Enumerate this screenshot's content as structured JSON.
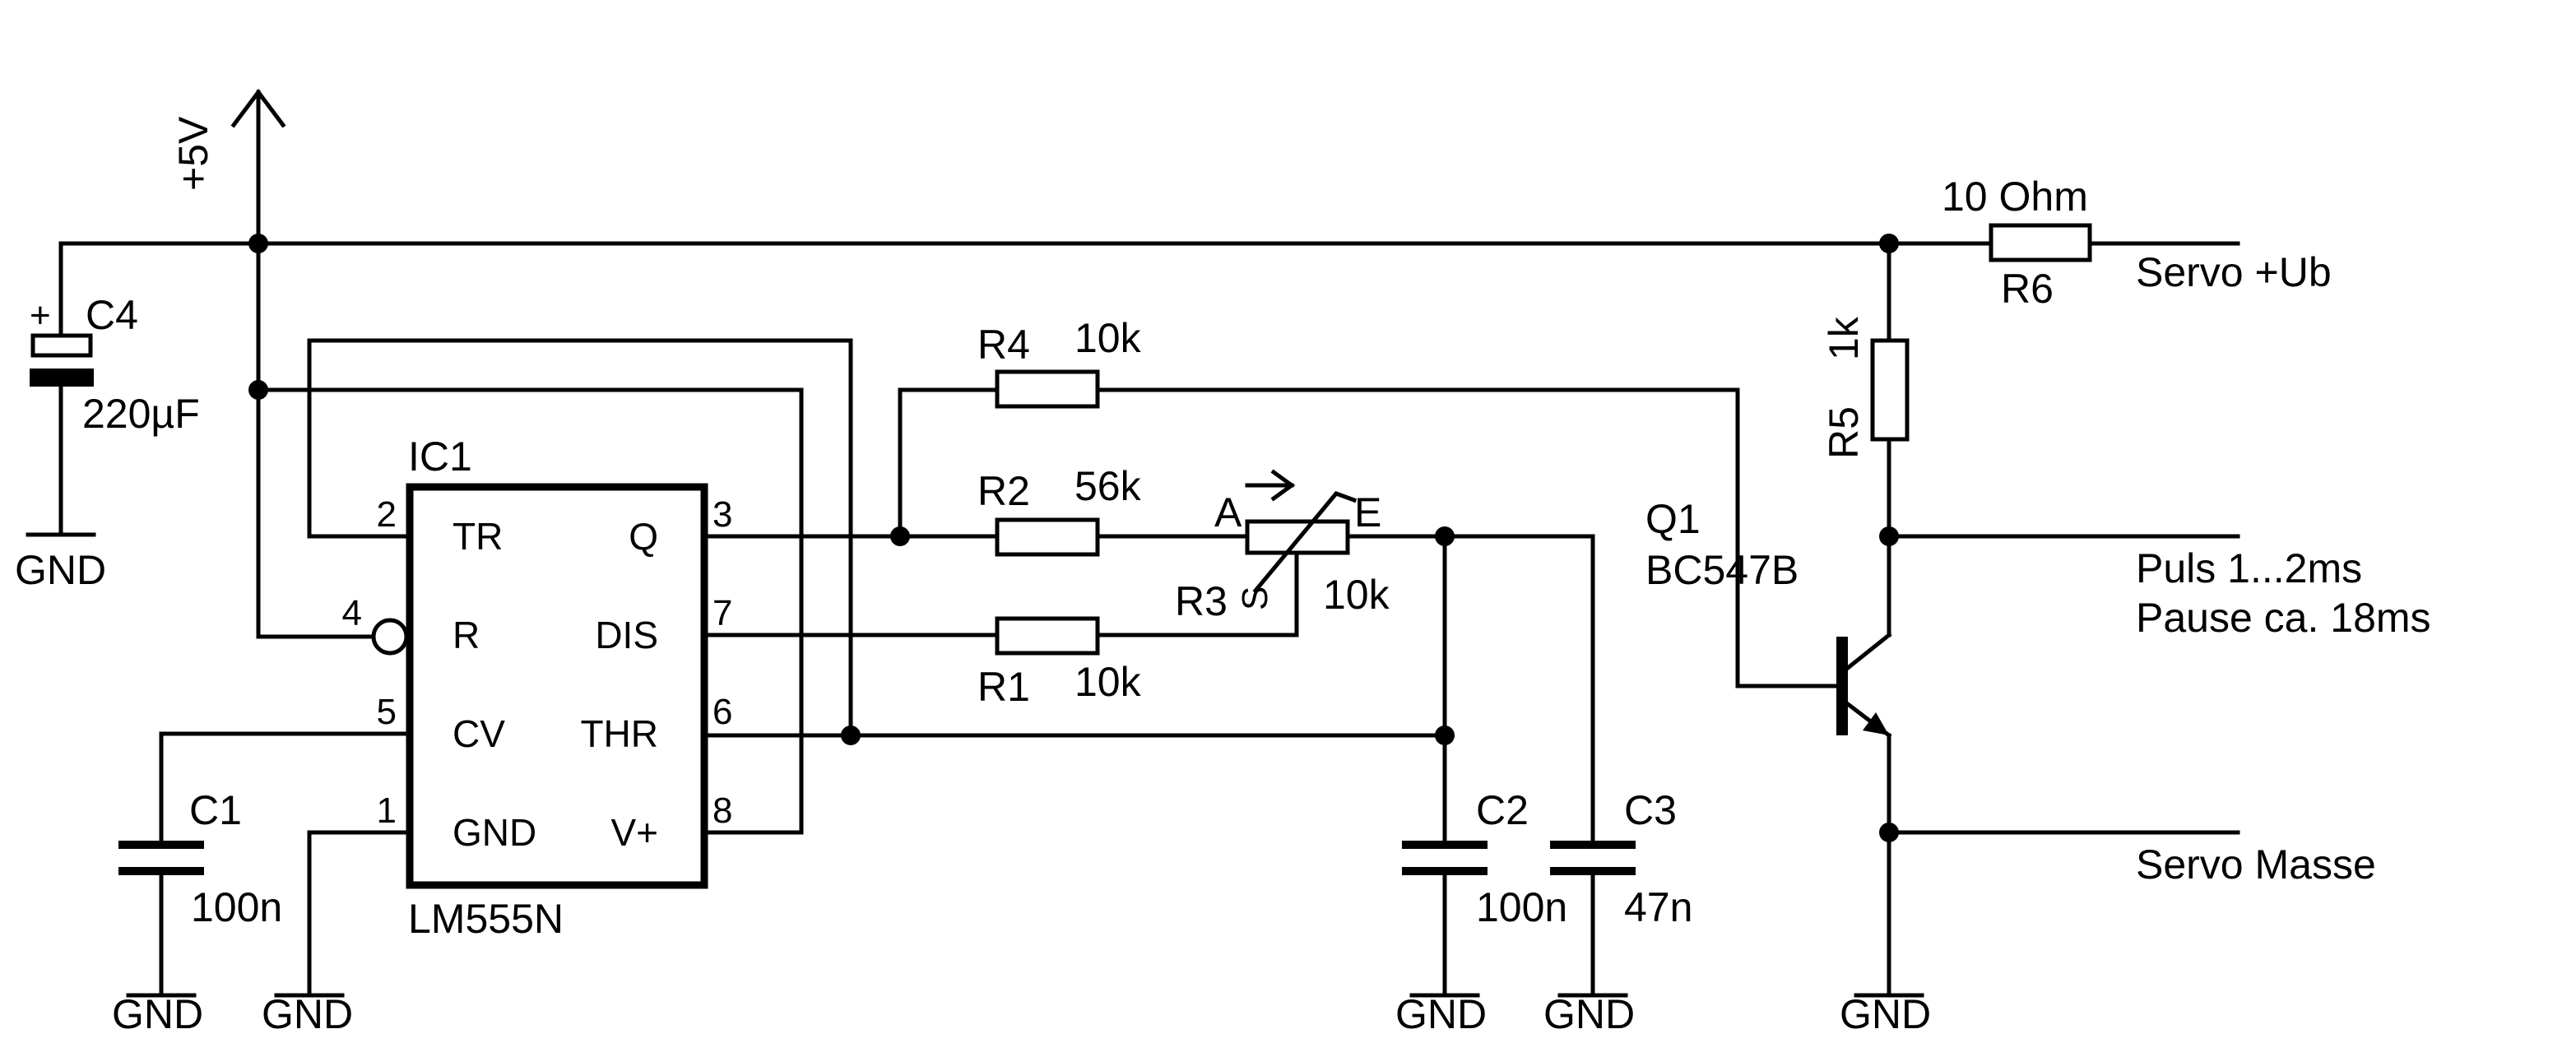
{
  "supply": {
    "label": "+5V"
  },
  "gnd_label": "GND",
  "ic1": {
    "name": "IC1",
    "type": "LM555N",
    "pins": {
      "p1": {
        "num": "1",
        "name": "GND"
      },
      "p2": {
        "num": "2",
        "name": "TR"
      },
      "p3": {
        "num": "3",
        "name": "Q"
      },
      "p4": {
        "num": "4",
        "name": "R"
      },
      "p5": {
        "num": "5",
        "name": "CV"
      },
      "p6": {
        "num": "6",
        "name": "THR"
      },
      "p7": {
        "num": "7",
        "name": "DIS"
      },
      "p8": {
        "num": "8",
        "name": "V+"
      }
    }
  },
  "c1": {
    "name": "C1",
    "value": "100n"
  },
  "c2": {
    "name": "C2",
    "value": "100n"
  },
  "c3": {
    "name": "C3",
    "value": "47n"
  },
  "c4": {
    "name": "C4",
    "value": "220µF",
    "polarity": "+"
  },
  "r1": {
    "name": "R1",
    "value": "10k"
  },
  "r2": {
    "name": "R2",
    "value": "56k"
  },
  "r3": {
    "name": "R3",
    "value": "10k",
    "pin_a": "A",
    "pin_e": "E",
    "pin_s": "S"
  },
  "r4": {
    "name": "R4",
    "value": "10k"
  },
  "r5": {
    "name": "R5",
    "value": "1k"
  },
  "r6": {
    "name": "R6",
    "value": "10 Ohm"
  },
  "q1": {
    "name": "Q1",
    "type": "BC547B"
  },
  "outputs": {
    "servo_ub": "Servo +Ub",
    "puls_line1": "Puls 1...2ms",
    "puls_line2": "Pause ca. 18ms",
    "servo_masse": "Servo Masse"
  }
}
